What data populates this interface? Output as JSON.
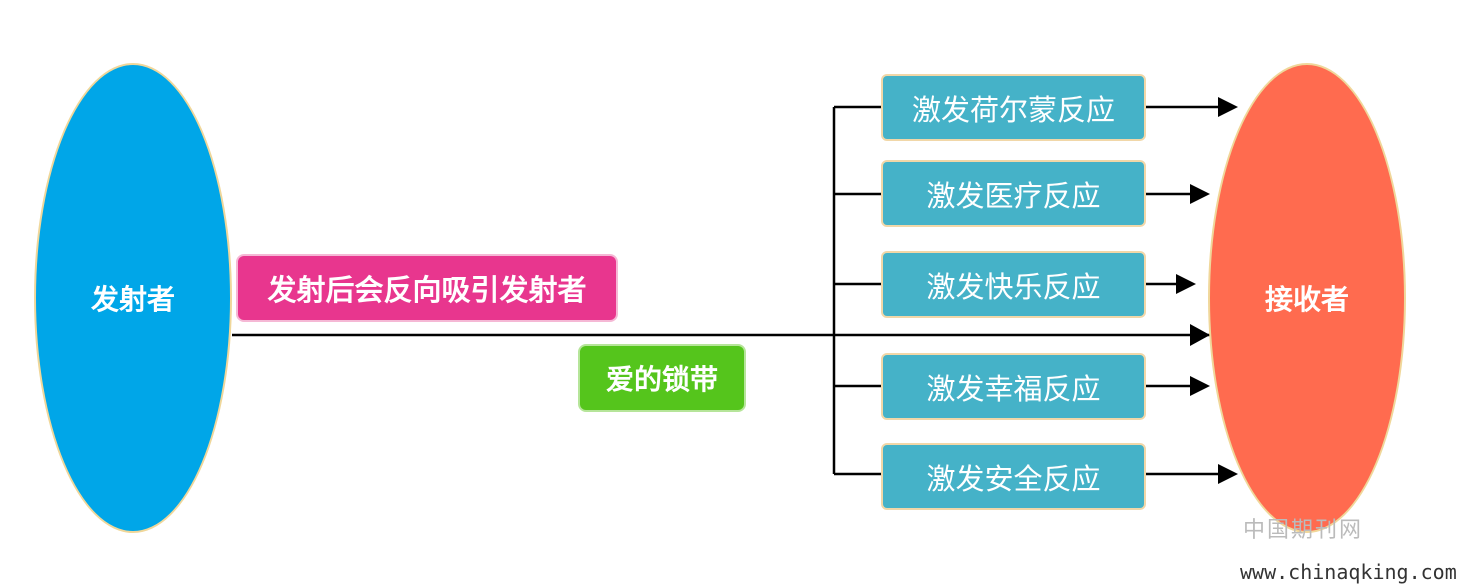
{
  "nodes": {
    "sender": "发射者",
    "receiver": "接收者"
  },
  "labels": {
    "attraction": "发射后会反向吸引发射者",
    "love_bond": "爱的锁带"
  },
  "responses": [
    "激发荷尔蒙反应",
    "激发医疗反应",
    "激发快乐反应",
    "激发幸福反应",
    "激发安全反应"
  ],
  "watermark": {
    "site_name": "中国期刊网",
    "url": "www.chinaqking.com"
  },
  "colors": {
    "sender": "#00a6e8",
    "receiver": "#ff6b4f",
    "attraction_box": "#e8368e",
    "love_box": "#55c51c",
    "response_box": "#45b2c8",
    "lines": "#000000"
  }
}
